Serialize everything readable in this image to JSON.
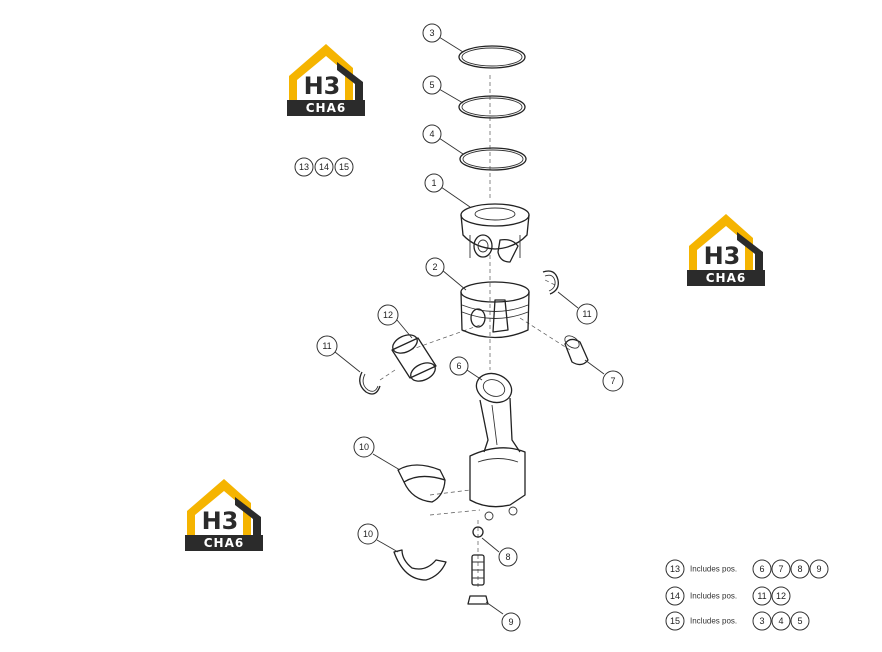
{
  "brand": {
    "monogram": "H3",
    "wordmark": "CHA6",
    "yellow": "#F5B400",
    "dark": "#2B2B2B"
  },
  "callouts": [
    "3",
    "5",
    "4",
    "1",
    "2",
    "12",
    "11",
    "11",
    "6",
    "7",
    "10",
    "10",
    "8",
    "9"
  ],
  "group_refs": [
    "13",
    "14",
    "15"
  ],
  "legend": [
    {
      "ref": "13",
      "text": "Includes pos.",
      "items": [
        "6",
        "7",
        "8",
        "9"
      ]
    },
    {
      "ref": "14",
      "text": "Includes pos.",
      "items": [
        "11",
        "12"
      ]
    },
    {
      "ref": "15",
      "text": "Includes pos.",
      "items": [
        "3",
        "4",
        "5"
      ]
    }
  ]
}
